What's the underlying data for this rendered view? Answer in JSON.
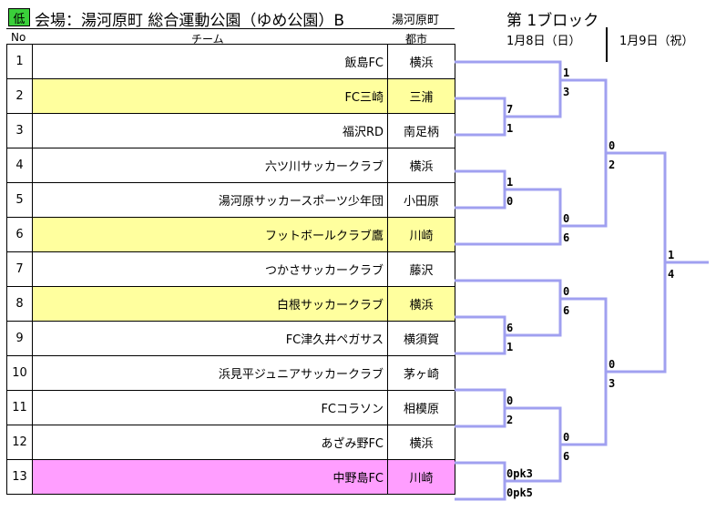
{
  "header": {
    "low_badge": "低",
    "venue": "会場：湯河原町 総合運動公園（ゆめ公園）B",
    "town": "湯河原町",
    "block": "第 1ブロック",
    "date1": "1月8日（日）",
    "date2": "1月9日（祝）",
    "col_no": "No",
    "col_team": "チーム",
    "col_city": "都市"
  },
  "teams": [
    {
      "no": "1",
      "team": "飯島FC",
      "city": "横浜",
      "color": "white"
    },
    {
      "no": "2",
      "team": "FC三崎",
      "city": "三浦",
      "color": "yellow"
    },
    {
      "no": "3",
      "team": "福沢RD",
      "city": "南足柄",
      "color": "white"
    },
    {
      "no": "4",
      "team": "六ツ川サッカークラブ",
      "city": "横浜",
      "color": "white"
    },
    {
      "no": "5",
      "team": "湯河原サッカースポーツ少年団",
      "city": "小田原",
      "color": "white"
    },
    {
      "no": "6",
      "team": "フットボールクラブ鷹",
      "city": "川崎",
      "color": "yellow"
    },
    {
      "no": "7",
      "team": "つかさサッカークラブ",
      "city": "藤沢",
      "color": "white"
    },
    {
      "no": "8",
      "team": "白根サッカークラブ",
      "city": "横浜",
      "color": "yellow"
    },
    {
      "no": "9",
      "team": "FC津久井ペガサス",
      "city": "横須賀",
      "color": "white"
    },
    {
      "no": "10",
      "team": "浜見平ジュニアサッカークラブ",
      "city": "茅ヶ崎",
      "color": "white"
    },
    {
      "no": "11",
      "team": "FCコラソン",
      "city": "相模原",
      "color": "white"
    },
    {
      "no": "12",
      "team": "あざみ野FC",
      "city": "横浜",
      "color": "white"
    },
    {
      "no": "13",
      "team": "中野島FC",
      "city": "川崎",
      "color": "pink"
    }
  ],
  "scores": {
    "r1_2v3_top": "7",
    "r1_2v3_bot": "1",
    "r1_4v5_top": "1",
    "r1_4v5_bot": "0",
    "r1_8v9_top": "6",
    "r1_8v9_bot": "1",
    "r1_10v11_top": "0",
    "r1_10v11_bot": "2",
    "r1_12v13_top": "0pk3",
    "r1_12v13_bot": "0pk5",
    "r2_1v23_top": "1",
    "r2_1v23_bot": "3",
    "r2_45v6_top": "0",
    "r2_45v6_bot": "6",
    "r2_7v89_top": "0",
    "r2_7v89_bot": "6",
    "r2_1011v1213_top": "0",
    "r2_1011v1213_bot": "6",
    "sf_top_top": "0",
    "sf_top_bot": "2",
    "sf_bot_top": "0",
    "sf_bot_bot": "3",
    "final_top": "1",
    "final_bot": "4"
  },
  "colors": {
    "line": "#a0a0f0",
    "yellow": "#ffff9e",
    "pink": "#ff9eff",
    "badge": "#3ad03a"
  }
}
